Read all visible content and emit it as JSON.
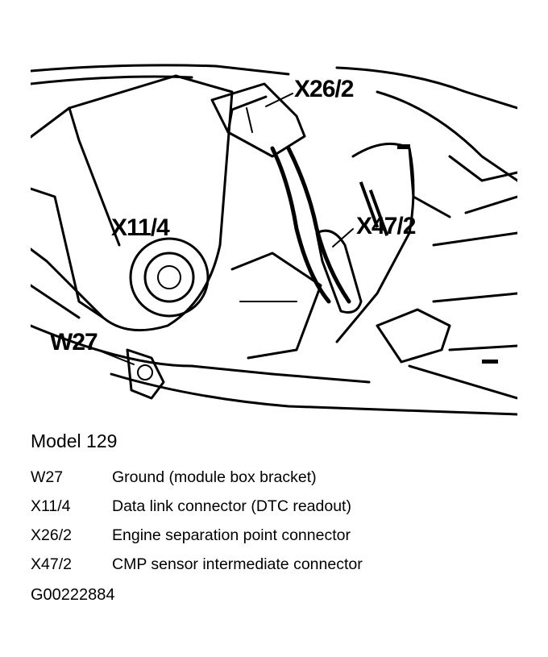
{
  "diagram": {
    "callouts": {
      "x26_2": "X26/2",
      "x11_4": "X11/4",
      "x47_2": "X47/2",
      "w27": "W27"
    }
  },
  "caption": {
    "model": "Model 129",
    "legend": [
      {
        "code": "W27",
        "description": "Ground (module box bracket)"
      },
      {
        "code": "X11/4",
        "description": "Data link connector (DTC readout)"
      },
      {
        "code": "X26/2",
        "description": "Engine separation point connector"
      },
      {
        "code": "X47/2",
        "description": "CMP sensor intermediate connector"
      }
    ],
    "figure_id": "G00222884"
  }
}
